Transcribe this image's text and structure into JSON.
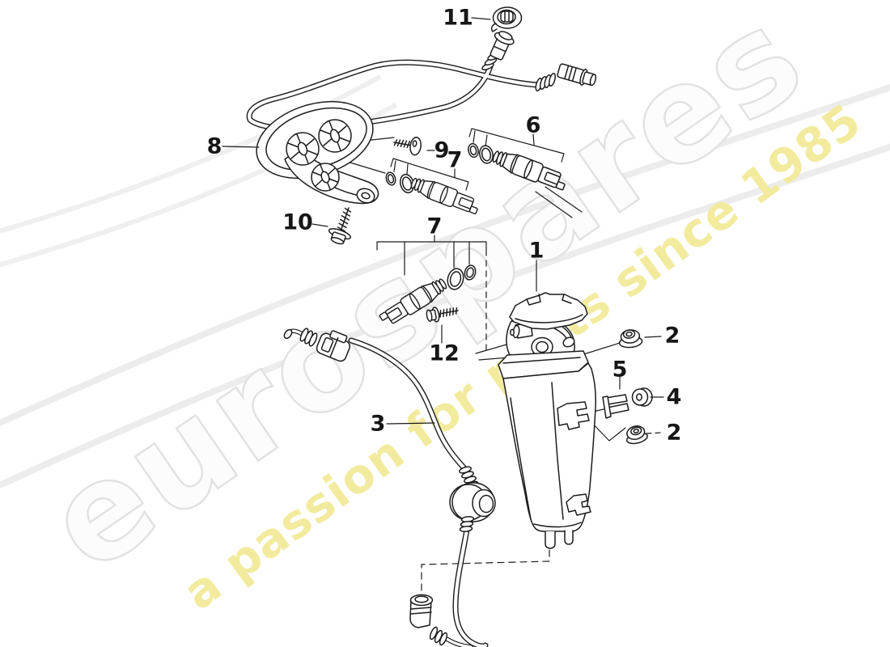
{
  "figure": {
    "kind": "exploded-parts-diagram",
    "ink_color": "#1c1c1c",
    "background_color": "#ffffff"
  },
  "watermark": {
    "brand": "eurospares",
    "tagline": "a passion for parts since 1985",
    "brand_fill": "#fcfcfc",
    "brand_outline": "#e2e2e2",
    "tagline_color": "#f2eb9e"
  },
  "callouts": [
    {
      "label": "11"
    },
    {
      "label": "8"
    },
    {
      "label": "9"
    },
    {
      "label": "6"
    },
    {
      "label": "7"
    },
    {
      "label": "10"
    },
    {
      "label": "7"
    },
    {
      "label": "1"
    },
    {
      "label": "12"
    },
    {
      "label": "2"
    },
    {
      "label": "5"
    },
    {
      "label": "4"
    },
    {
      "label": "2"
    },
    {
      "label": "3"
    }
  ]
}
